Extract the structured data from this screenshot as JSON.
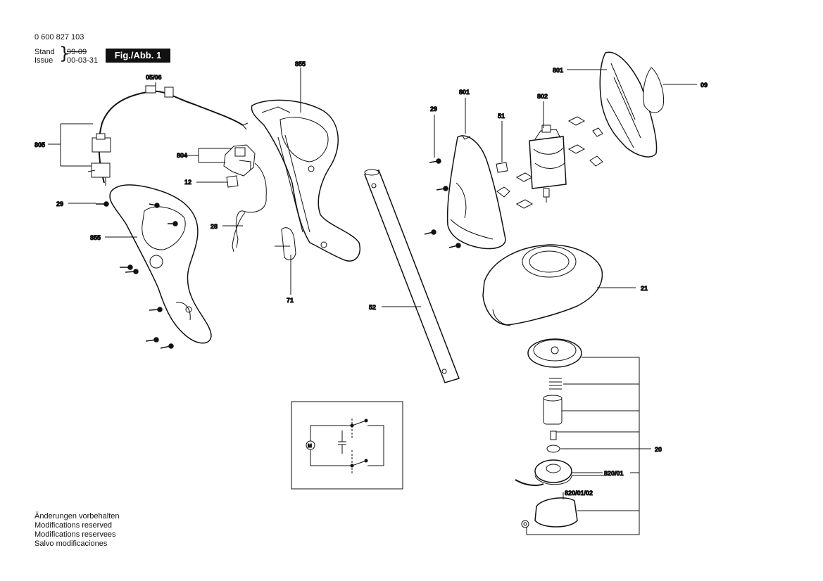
{
  "header": {
    "doc_number": "0 600 827 103",
    "stand_label": "Stand",
    "stand_date": "99-09",
    "issue_label": "Issue",
    "issue_date": "00-03-31",
    "figure_title": "Fig./Abb. 1"
  },
  "part_labels": {
    "p05_06": "05/06",
    "p805": "805",
    "p804": "804",
    "p12": "12",
    "p29_left": "29",
    "p855_left": "855",
    "p28": "28",
    "p855_center": "855",
    "p71": "71",
    "p52": "52",
    "p29_right": "29",
    "p801_left": "801",
    "p51": "51",
    "p802": "802",
    "p801_top": "801",
    "p09": "09",
    "p21": "21",
    "p20": "20",
    "p820_01": "820/01",
    "p820_01_02": "820/01/02"
  },
  "notes": [
    "Änderungen vorbehalten",
    "Modifications reserved",
    "Modifications reservees",
    "Salvo modificaciones"
  ]
}
